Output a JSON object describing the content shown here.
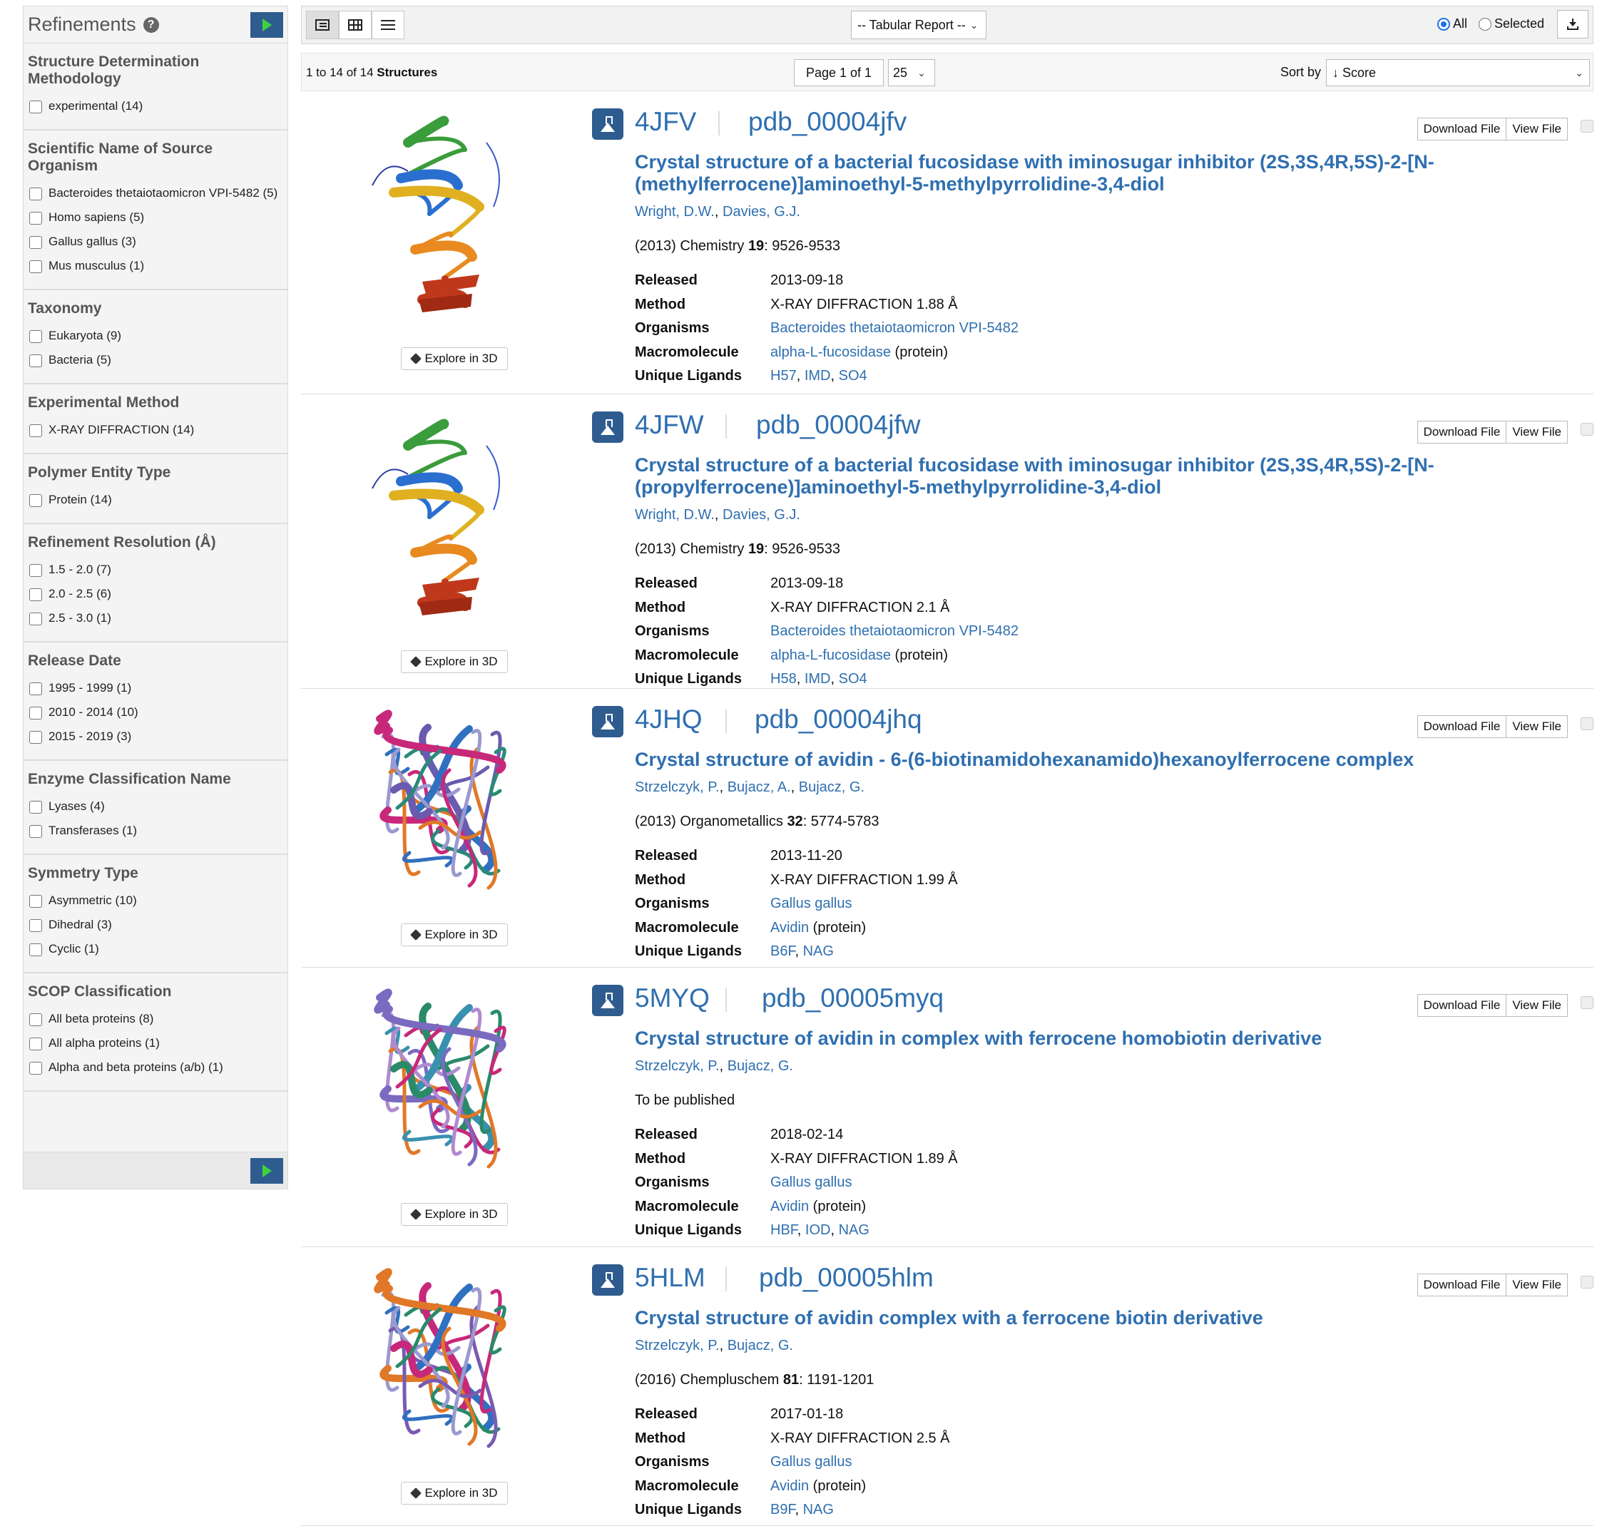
{
  "sidebar": {
    "title": "Refinements",
    "help": "?",
    "groups": [
      {
        "title": "Structure Determination Methodology",
        "options": [
          "experimental (14)"
        ]
      },
      {
        "title": "Scientific Name of Source Organism",
        "options": [
          "Bacteroides thetaiotaomicron VPI-5482 (5)",
          "Homo sapiens (5)",
          "Gallus gallus (3)",
          "Mus musculus (1)"
        ]
      },
      {
        "title": "Taxonomy",
        "options": [
          "Eukaryota (9)",
          "Bacteria (5)"
        ]
      },
      {
        "title": "Experimental Method",
        "options": [
          "X-RAY DIFFRACTION (14)"
        ]
      },
      {
        "title": "Polymer Entity Type",
        "options": [
          "Protein (14)"
        ]
      },
      {
        "title": "Refinement Resolution (Å)",
        "options": [
          "1.5 - 2.0 (7)",
          "2.0 - 2.5 (6)",
          "2.5 - 3.0 (1)"
        ]
      },
      {
        "title": "Release Date",
        "options": [
          "1995 - 1999 (1)",
          "2010 - 2014 (10)",
          "2015 - 2019 (3)"
        ]
      },
      {
        "title": "Enzyme Classification Name",
        "options": [
          "Lyases (4)",
          "Transferases (1)"
        ]
      },
      {
        "title": "Symmetry Type",
        "options": [
          "Asymmetric (10)",
          "Dihedral (3)",
          "Cyclic (1)"
        ]
      },
      {
        "title": "SCOP Classification",
        "options": [
          "All beta proteins (8)",
          "All alpha proteins (1)",
          "Alpha and beta proteins (a/b) (1)"
        ]
      }
    ]
  },
  "toolbar": {
    "report": "-- Tabular Report --",
    "radio_all": "All",
    "radio_selected": "Selected"
  },
  "pager": {
    "count_prefix": "1 to 14 of 14",
    "count_unit": "Structures",
    "page": "Page 1 of 1",
    "per_page": "25",
    "sort_label": "Sort by",
    "sort_value": "↓ Score"
  },
  "labels": {
    "explore": "Explore in 3D",
    "download": "Download File",
    "view": "View File",
    "released": "Released",
    "method": "Method",
    "organisms": "Organisms",
    "macromolecule": "Macromolecule",
    "ligands": "Unique Ligands",
    "protein_suffix": " (protein)"
  },
  "results": [
    {
      "id": "4JFV",
      "ext_id": "pdb_00004jfv",
      "title": "Crystal structure of a bacterial fucosidase with iminosugar inhibitor (2S,3S,4R,5S)-2-[N-(methylferrocene)]aminoethyl-5-methylpyrrolidine-3,4-diol",
      "authors": [
        "Wright, D.W.",
        "Davies, G.J."
      ],
      "cite_pre": "(2013) Chemistry ",
      "cite_vol": "19",
      "cite_post": ": 9526-9533",
      "released": "2013-09-18",
      "method": "X-RAY DIFFRACTION 1.88 Å",
      "organism": "Bacteroides thetaiotaomicron VPI-5482",
      "macromolecule": "alpha-L-fucosidase",
      "ligands": [
        "H57",
        "IMD",
        "SO4"
      ],
      "palette": [
        "#3a9c3a",
        "#2a6fd0",
        "#e0b020",
        "#e88a20",
        "#c0381c",
        "#8ccf40"
      ]
    },
    {
      "id": "4JFW",
      "ext_id": "pdb_00004jfw",
      "title": "Crystal structure of a bacterial fucosidase with iminosugar inhibitor (2S,3S,4R,5S)-2-[N-(propylferrocene)]aminoethyl-5-methylpyrrolidine-3,4-diol",
      "authors": [
        "Wright, D.W.",
        "Davies, G.J."
      ],
      "cite_pre": "(2013) Chemistry ",
      "cite_vol": "19",
      "cite_post": ": 9526-9533",
      "released": "2013-09-18",
      "method": "X-RAY DIFFRACTION 2.1 Å",
      "organism": "Bacteroides thetaiotaomicron VPI-5482",
      "macromolecule": "alpha-L-fucosidase",
      "ligands": [
        "H58",
        "IMD",
        "SO4"
      ],
      "palette": [
        "#3a9c3a",
        "#2a6fd0",
        "#e0b020",
        "#e88a20",
        "#c0381c",
        "#8ccf40"
      ]
    },
    {
      "id": "4JHQ",
      "ext_id": "pdb_00004jhq",
      "title": "Crystal structure of avidin - 6-(6-biotinamidohexanamido)hexanoylferrocene complex",
      "authors": [
        "Strzelczyk, P.",
        "Bujacz, A.",
        "Bujacz, G."
      ],
      "cite_pre": "(2013) Organometallics ",
      "cite_vol": "32",
      "cite_post": ": 5774-5783",
      "released": "2013-11-20",
      "method": "X-RAY DIFFRACTION 1.99 Å",
      "organism": "Gallus gallus",
      "macromolecule": "Avidin",
      "ligands": [
        "B6F",
        "NAG"
      ],
      "palette": [
        "#c8287a",
        "#2a8a7a",
        "#6a5ab0",
        "#e07828",
        "#3070c0",
        "#9a9ad0"
      ]
    },
    {
      "id": "5MYQ",
      "ext_id": "pdb_00005myq",
      "title": "Crystal structure of avidin in complex with ferrocene homobiotin derivative",
      "authors": [
        "Strzelczyk, P.",
        "Bujacz, G."
      ],
      "cite_pre": "To be published",
      "cite_vol": "",
      "cite_post": "",
      "released": "2018-02-14",
      "method": "X-RAY DIFFRACTION 1.89 Å",
      "organism": "Gallus gallus",
      "macromolecule": "Avidin",
      "ligands": [
        "HBF",
        "IOD",
        "NAG"
      ],
      "palette": [
        "#7a6ac0",
        "#c8287a",
        "#2a8a6a",
        "#e07828",
        "#3a90b0",
        "#b08ad0"
      ]
    },
    {
      "id": "5HLM",
      "ext_id": "pdb_00005hlm",
      "title": "Crystal structure of avidin complex with a ferrocene biotin derivative",
      "authors": [
        "Strzelczyk, P.",
        "Bujacz, G."
      ],
      "cite_pre": "(2016) Chempluschem ",
      "cite_vol": "81",
      "cite_post": ": 1191-1201",
      "released": "2017-01-18",
      "method": "X-RAY DIFFRACTION 2.5 Å",
      "organism": "Gallus gallus",
      "macromolecule": "Avidin",
      "ligands": [
        "B9F",
        "NAG"
      ],
      "palette": [
        "#e07828",
        "#2a8a6a",
        "#c8287a",
        "#7a5ab0",
        "#3070c0",
        "#9a9ad0"
      ]
    }
  ]
}
